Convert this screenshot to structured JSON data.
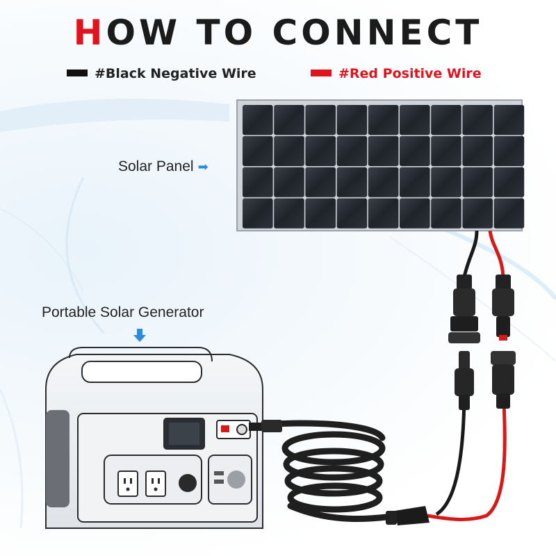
{
  "header": {
    "title_first": "H",
    "title_rest": "OW TO CONNECT"
  },
  "legend": {
    "black_label": "#Black Negative Wire",
    "red_label": "#Red Positive Wire"
  },
  "labels": {
    "solar_panel": "Solar Panel",
    "generator": "Portable Solar Generator"
  },
  "colors": {
    "accent_red": "#e0141e",
    "wire_black": "#1a1a1a",
    "wire_red": "#d61a1a",
    "arrow_blue": "#2a8be0"
  }
}
